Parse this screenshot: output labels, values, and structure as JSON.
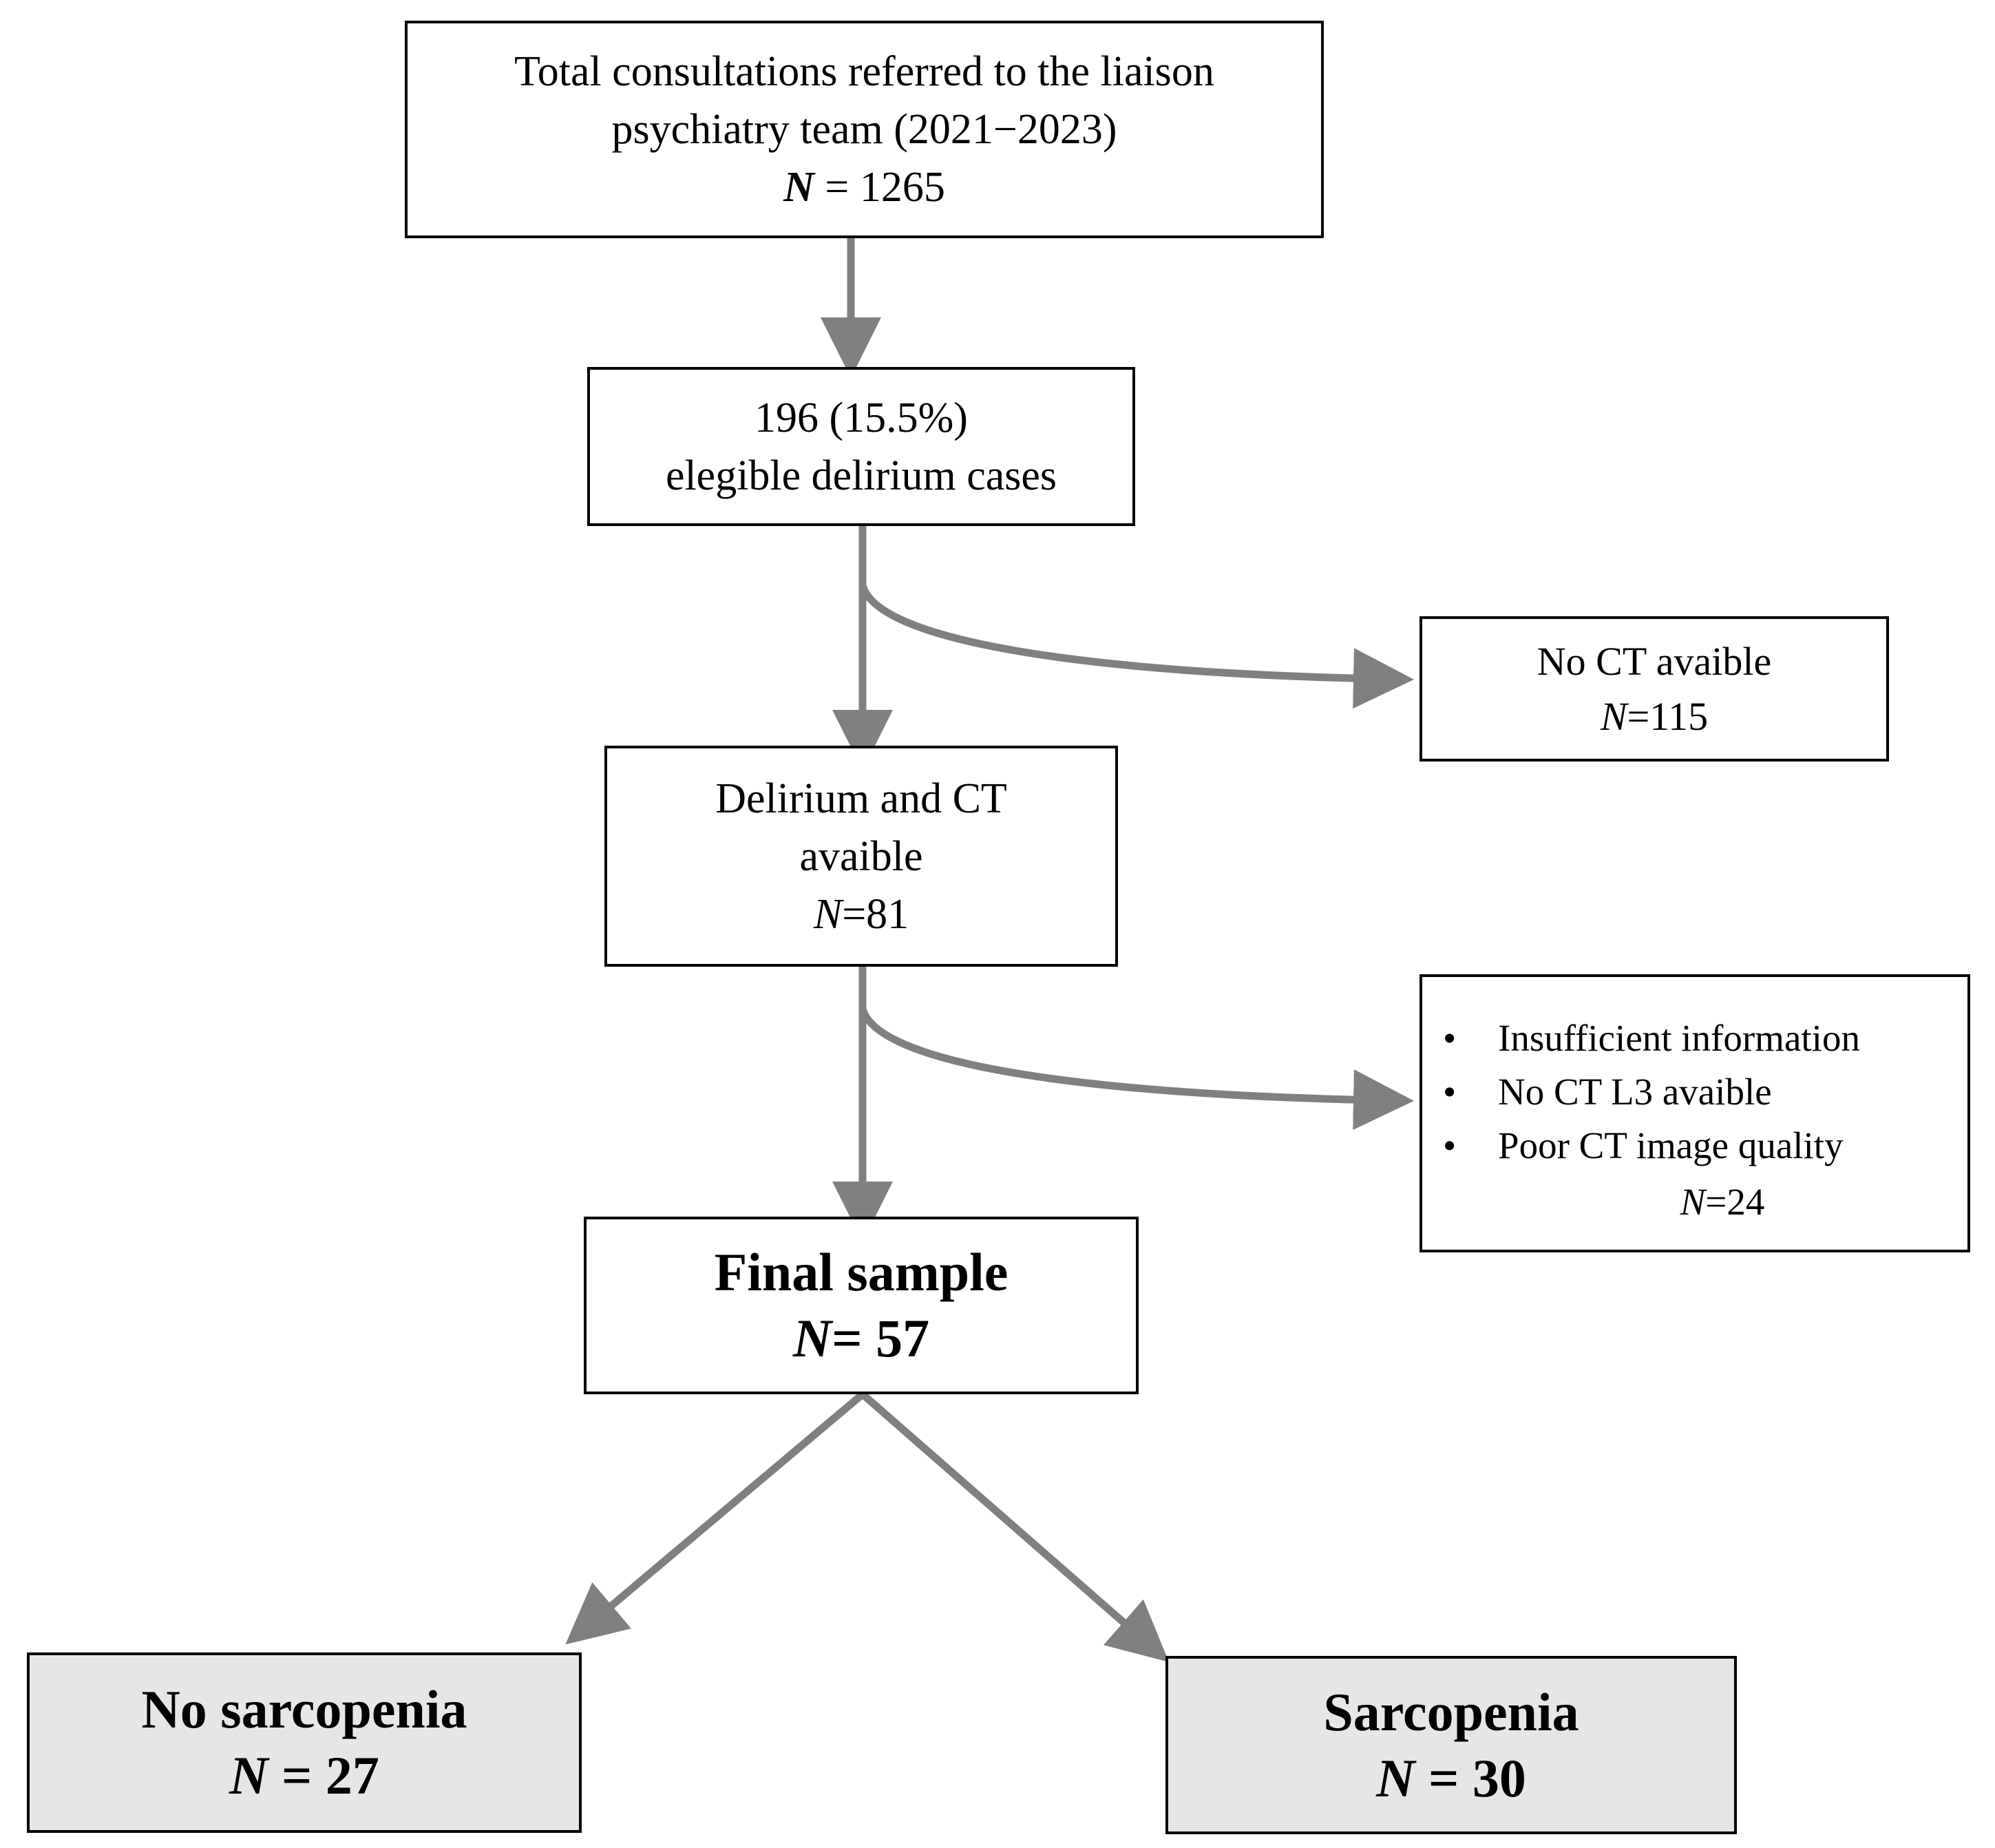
{
  "boxes": {
    "total": {
      "line1": "Total consultations referred to the liaison",
      "line2": "psychiatry team (2021−2023)",
      "n_label": "N",
      "n_value": " = 1265"
    },
    "eligible": {
      "line1": "196 (15.5%)",
      "line2": "elegible delirium cases"
    },
    "no_ct": {
      "line1": "No CT avaible",
      "n_label": "N",
      "n_value": "=115"
    },
    "delirium_ct": {
      "line1": "Delirium and CT",
      "line2": "avaible",
      "n_label": "N",
      "n_value": "=81"
    },
    "excluded": {
      "items": [
        "Insufficient information",
        "No CT L3 avaible",
        "Poor CT image quality"
      ],
      "n_label": "N",
      "n_value": "=24"
    },
    "final": {
      "line1": "Final sample",
      "n_label": "N",
      "n_value": "= 57"
    },
    "no_sarcopenia": {
      "line1": "No sarcopenia",
      "n_label": "N",
      "n_value": " = 27"
    },
    "sarcopenia": {
      "line1": "Sarcopenia",
      "n_label": "N",
      "n_value": " = 30"
    }
  },
  "colors": {
    "arrow": "#808080",
    "border": "#000000",
    "outcome_fill": "#e6e6e6"
  }
}
